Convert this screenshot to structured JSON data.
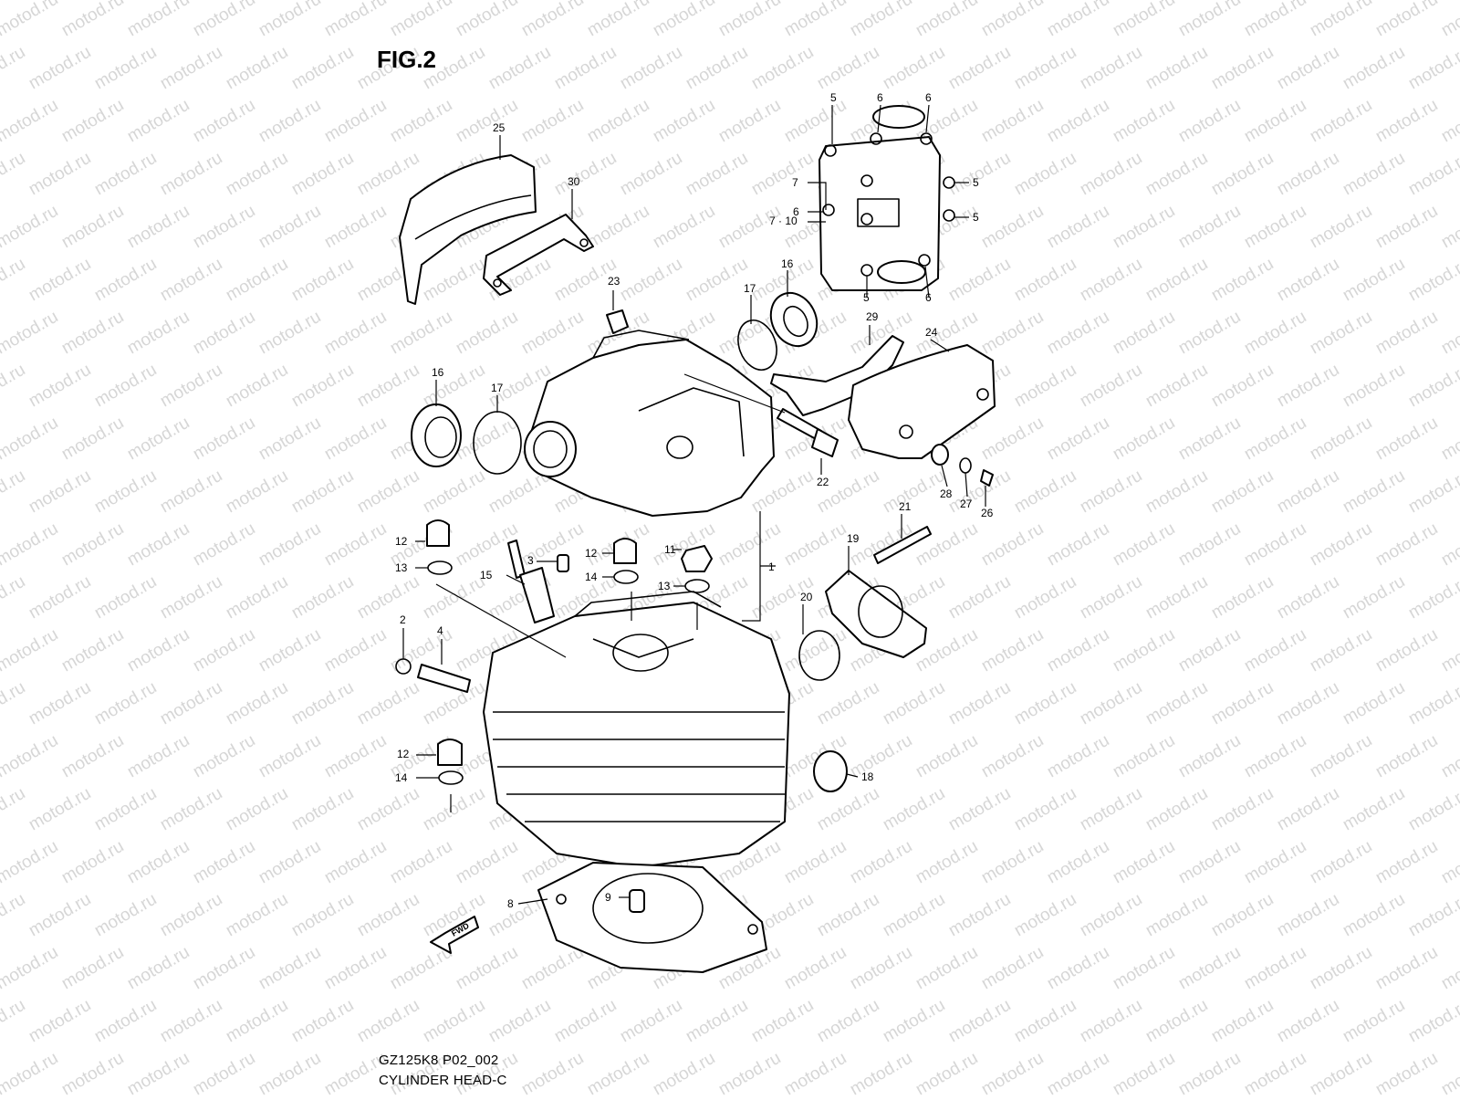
{
  "figure": {
    "title": "FIG.2",
    "diagram_code": "GZ125K8 P02_002",
    "diagram_name": "CYLINDER HEAD-C",
    "watermark_text": "motod.ru",
    "direction_label": "FWD"
  },
  "callouts": [
    {
      "label": "1"
    },
    {
      "label": "2"
    },
    {
      "label": "3"
    },
    {
      "label": "4"
    },
    {
      "label": "5"
    },
    {
      "label": "5"
    },
    {
      "label": "5"
    },
    {
      "label": "5"
    },
    {
      "label": "6"
    },
    {
      "label": "6"
    },
    {
      "label": "6"
    },
    {
      "label": "6"
    },
    {
      "label": "7"
    },
    {
      "label": "7 · 10"
    },
    {
      "label": "8"
    },
    {
      "label": "9"
    },
    {
      "label": "11"
    },
    {
      "label": "12"
    },
    {
      "label": "12"
    },
    {
      "label": "12"
    },
    {
      "label": "13"
    },
    {
      "label": "13"
    },
    {
      "label": "14"
    },
    {
      "label": "14"
    },
    {
      "label": "15"
    },
    {
      "label": "16"
    },
    {
      "label": "16"
    },
    {
      "label": "17"
    },
    {
      "label": "17"
    },
    {
      "label": "18"
    },
    {
      "label": "19"
    },
    {
      "label": "20"
    },
    {
      "label": "21"
    },
    {
      "label": "22"
    },
    {
      "label": "23"
    },
    {
      "label": "24"
    },
    {
      "label": "25"
    },
    {
      "label": "26"
    },
    {
      "label": "27"
    },
    {
      "label": "28"
    },
    {
      "label": "29"
    },
    {
      "label": "30"
    }
  ]
}
